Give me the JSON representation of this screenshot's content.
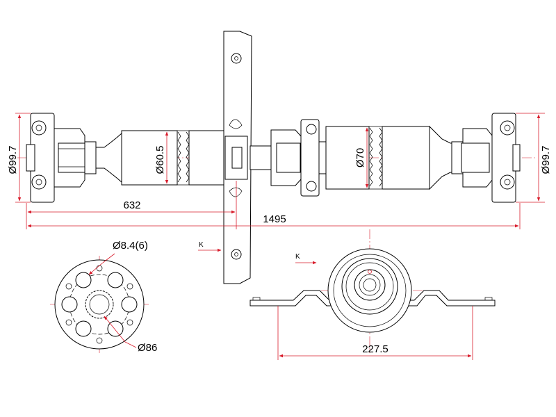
{
  "colors": {
    "outline": "#000000",
    "dimension": "#d81b2a",
    "background": "#ffffff"
  },
  "dimensions": {
    "flange_dia_left": "Ø99.7",
    "flange_dia_right": "Ø99.7",
    "tube_dia_front": "Ø60.5",
    "tube_dia_rear": "Ø70",
    "length_front_section": "632",
    "overall_length": "1495",
    "bolt_hole": "Ø8.4(6)",
    "bolt_circle": "Ø86",
    "bearing_width": "227.5"
  },
  "view_markers": {
    "view_k_main": "K",
    "view_k_bearing": "K"
  }
}
